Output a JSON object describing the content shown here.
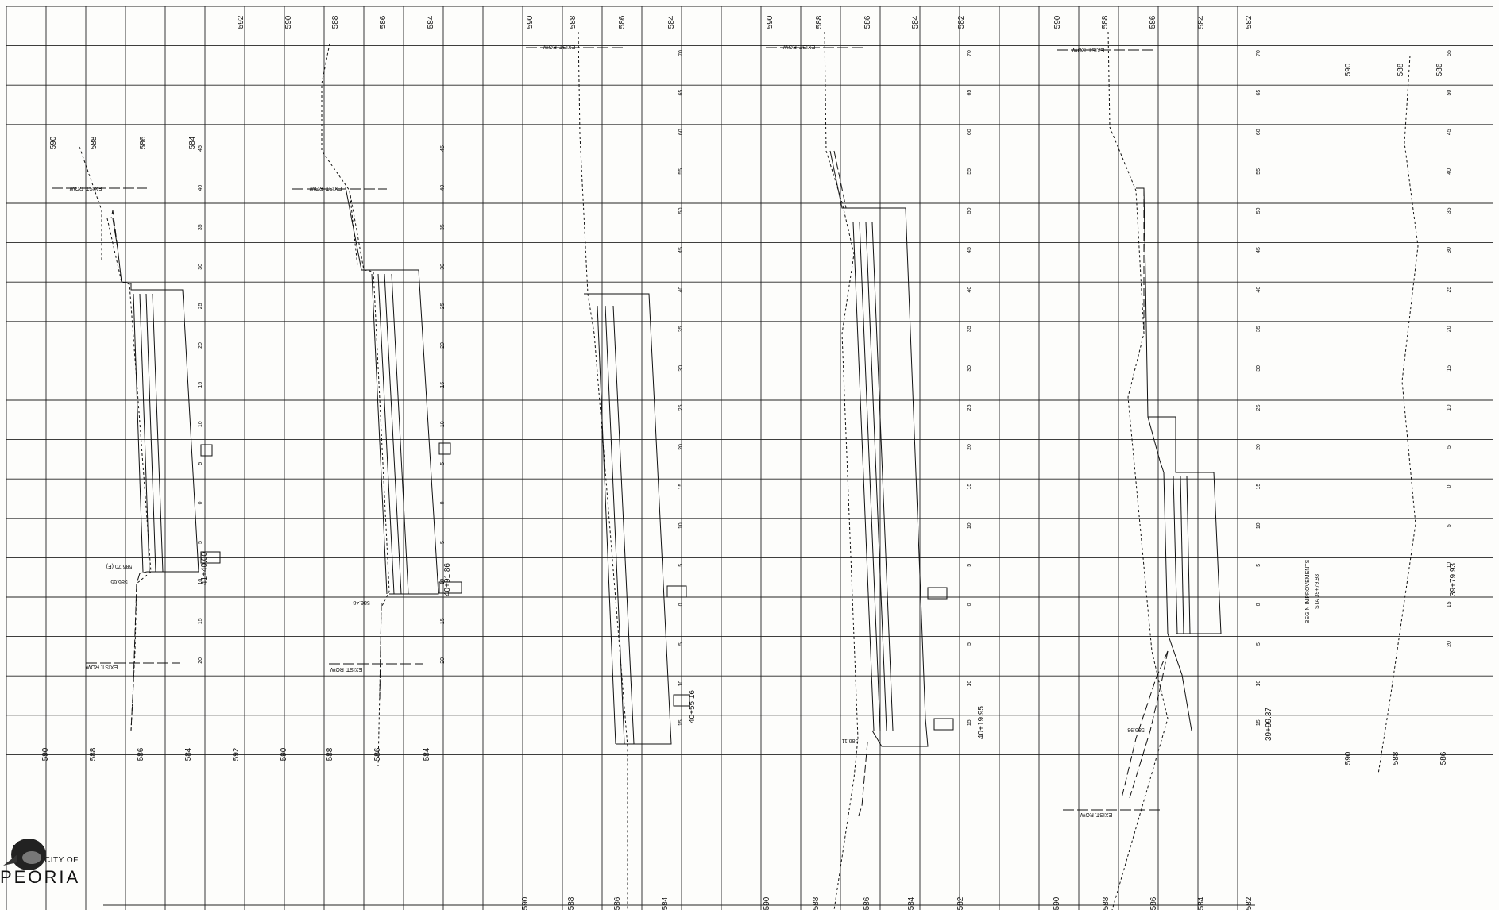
{
  "sheet": {
    "grid": {
      "vertical_line_count": 31,
      "horizontal_line_count": 18
    },
    "row_labels": [
      "70",
      "65",
      "60",
      "55",
      "50",
      "45",
      "40",
      "35",
      "30",
      "25",
      "20",
      "15",
      "10",
      "5",
      "0",
      "5",
      "10",
      "15",
      "20"
    ],
    "panels": [
      {
        "id": "panel-1",
        "station": "41+40.00",
        "top_elevations": [
          "590",
          "588",
          "586",
          "584"
        ],
        "bottom_elevations": [
          "590",
          "588",
          "586",
          "584"
        ],
        "row_labels": [
          "45",
          "40",
          "35",
          "30",
          "25",
          "20",
          "15",
          "10",
          "5",
          "0",
          "5",
          "10",
          "15",
          "20"
        ],
        "row_axis": "left",
        "spot_elevations": [
          "586.70 (E)",
          "586.65"
        ],
        "labels": [
          "EXIST. ROW",
          "EXIST. ROW"
        ]
      },
      {
        "id": "panel-2",
        "station": "40+91.86",
        "top_elevations": [
          "592",
          "590",
          "588",
          "586",
          "584"
        ],
        "bottom_elevations": [
          "592",
          "590",
          "588",
          "586",
          "584"
        ],
        "row_labels": [
          "45",
          "40",
          "35",
          "30",
          "25",
          "20",
          "15",
          "10",
          "5",
          "0",
          "5",
          "10",
          "15",
          "20"
        ],
        "row_axis": "left",
        "spot_elevations": [
          "586.48"
        ],
        "labels": [
          "EXIST. ROW",
          "EXIST. ROW"
        ]
      },
      {
        "id": "panel-3",
        "station": "40+55.16",
        "top_elevations": [
          "590",
          "588",
          "586",
          "584"
        ],
        "bottom_elevations": [
          "590",
          "588",
          "586",
          "584"
        ],
        "row_labels": [
          "70",
          "65",
          "60",
          "55",
          "50",
          "45",
          "40",
          "35",
          "30",
          "25",
          "20",
          "15",
          "10",
          "5",
          "0",
          "5",
          "10",
          "15"
        ],
        "row_axis": "left",
        "spot_elevations": [],
        "labels": [
          "EXIST. ROW"
        ]
      },
      {
        "id": "panel-4",
        "station": "40+19.95",
        "top_elevations": [
          "590",
          "588",
          "586",
          "584",
          "582"
        ],
        "bottom_elevations": [
          "590",
          "588",
          "586",
          "584",
          "582"
        ],
        "row_labels": [
          "70",
          "65",
          "60",
          "55",
          "50",
          "45",
          "40",
          "35",
          "30",
          "25",
          "20",
          "15",
          "10",
          "5",
          "0",
          "5",
          "10",
          "15"
        ],
        "row_axis": "left",
        "spot_elevations": [
          "586.11"
        ],
        "labels": [
          "EXIST. ROW"
        ]
      },
      {
        "id": "panel-5",
        "station": "39+99.37",
        "top_elevations": [
          "590",
          "588",
          "586",
          "584",
          "582"
        ],
        "bottom_elevations": [
          "590",
          "588",
          "586",
          "584",
          "582"
        ],
        "row_labels": [
          "70",
          "65",
          "60",
          "55",
          "50",
          "45",
          "40",
          "35",
          "30",
          "25",
          "20",
          "15",
          "10",
          "5",
          "0",
          "5",
          "10",
          "15"
        ],
        "row_axis": "left",
        "spot_elevations": [
          "585.98"
        ],
        "labels": [
          "EXIST. ROW",
          "EXIST. ROW"
        ]
      },
      {
        "id": "panel-6",
        "station": "39+79.93",
        "top_elevations": [
          "590",
          "588",
          "586"
        ],
        "bottom_elevations": [
          "590",
          "588",
          "586"
        ],
        "row_labels": [
          "55",
          "50",
          "45",
          "40",
          "35",
          "30",
          "25",
          "20",
          "15",
          "10",
          "5",
          "0",
          "5",
          "10",
          "15",
          "20"
        ],
        "row_axis": "left",
        "spot_elevations": [],
        "labels": [
          "BEGIN IMPROVEMENTS",
          "STA 39+79.93"
        ]
      }
    ]
  },
  "logo": {
    "city": "CITY OF",
    "name": "PEORIA"
  }
}
